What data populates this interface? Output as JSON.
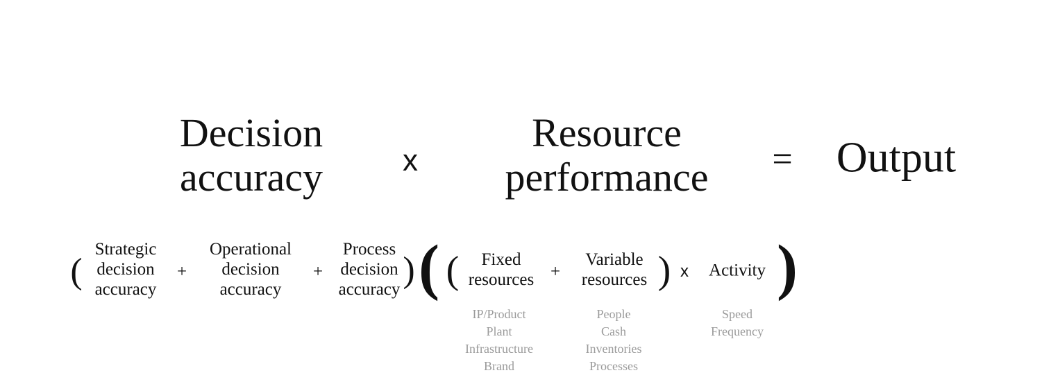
{
  "equation": {
    "decision_accuracy": [
      "Decision",
      "accuracy"
    ],
    "times": "x",
    "resource_performance": [
      "Resource",
      "performance"
    ],
    "equals": "=",
    "output": "Output"
  },
  "breakdown": {
    "strategic": [
      "Strategic",
      "decision",
      "accuracy"
    ],
    "operational": [
      "Operational",
      "decision",
      "accuracy"
    ],
    "process": [
      "Process",
      "decision",
      "accuracy"
    ],
    "plus": "+",
    "times": "x",
    "fixed": [
      "Fixed",
      "resources"
    ],
    "variable": [
      "Variable",
      "resources"
    ],
    "activity": "Activity",
    "fixed_examples": [
      "IP/Product",
      "Plant",
      "Infrastructure",
      "Brand"
    ],
    "variable_examples": [
      "People",
      "Cash",
      "Inventories",
      "Processes"
    ],
    "activity_examples": [
      "Speed",
      "Frequency"
    ]
  }
}
